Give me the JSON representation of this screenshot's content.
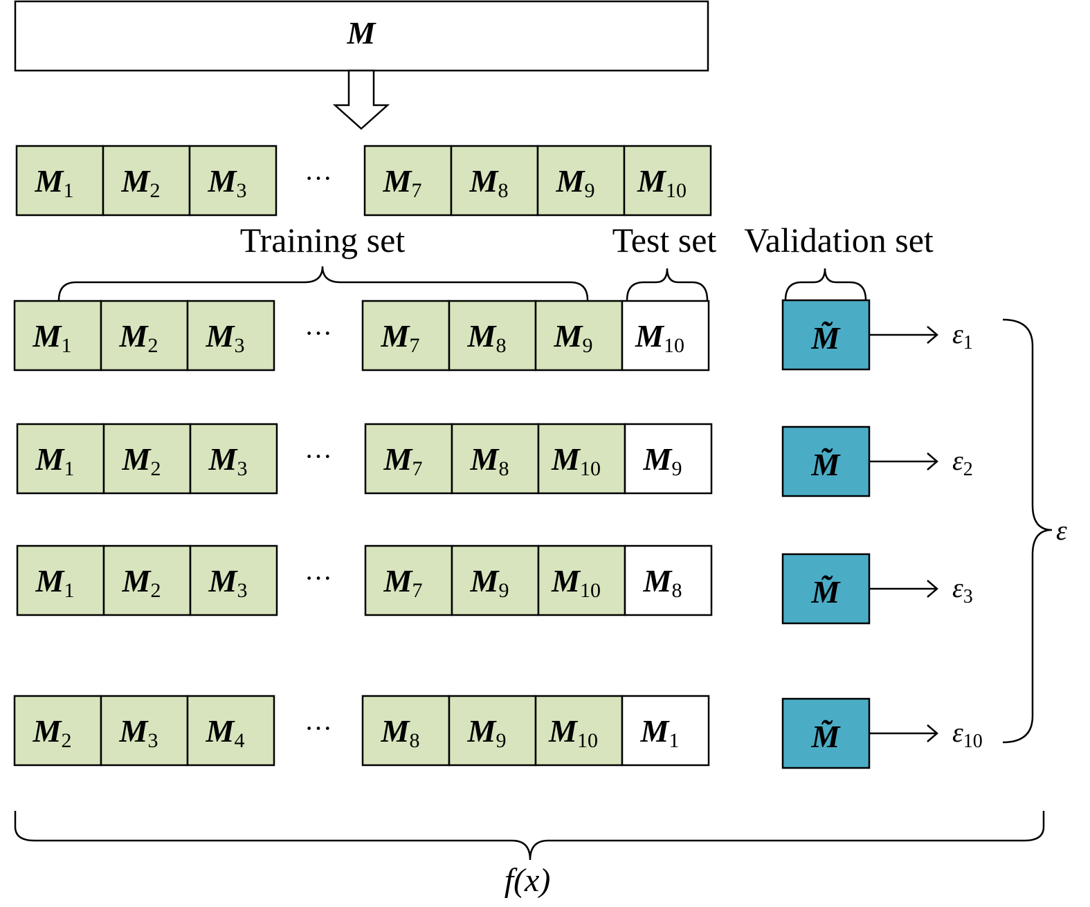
{
  "colors": {
    "train_fill": "#d7e4bd",
    "test_fill": "#ffffff",
    "validation_fill": "#4bacc6",
    "stroke": "#000000"
  },
  "source": {
    "label": "M"
  },
  "labels": {
    "training": "Training set",
    "test": "Test set",
    "validation": "Validation set",
    "ellipsis": "···",
    "function": "f(x)",
    "epsilon": "ε"
  },
  "partition_row": {
    "left": [
      [
        "M",
        "1"
      ],
      [
        "M",
        "2"
      ],
      [
        "M",
        "3"
      ]
    ],
    "right": [
      [
        "M",
        "7"
      ],
      [
        "M",
        "8"
      ],
      [
        "M",
        "9"
      ],
      [
        "M",
        "10"
      ]
    ]
  },
  "folds": [
    {
      "left": [
        [
          "M",
          "1"
        ],
        [
          "M",
          "2"
        ],
        [
          "M",
          "3"
        ]
      ],
      "right": [
        [
          "M",
          "7"
        ],
        [
          "M",
          "8"
        ],
        [
          "M",
          "9"
        ]
      ],
      "test": [
        "M",
        "10"
      ],
      "validation": "M̃",
      "error": [
        "ε",
        "1"
      ]
    },
    {
      "left": [
        [
          "M",
          "1"
        ],
        [
          "M",
          "2"
        ],
        [
          "M",
          "3"
        ]
      ],
      "right": [
        [
          "M",
          "7"
        ],
        [
          "M",
          "8"
        ],
        [
          "M",
          "10"
        ]
      ],
      "test": [
        "M",
        "9"
      ],
      "validation": "M̃",
      "error": [
        "ε",
        "2"
      ]
    },
    {
      "left": [
        [
          "M",
          "1"
        ],
        [
          "M",
          "2"
        ],
        [
          "M",
          "3"
        ]
      ],
      "right": [
        [
          "M",
          "7"
        ],
        [
          "M",
          "9"
        ],
        [
          "M",
          "10"
        ]
      ],
      "test": [
        "M",
        "8"
      ],
      "validation": "M̃",
      "error": [
        "ε",
        "3"
      ]
    },
    {
      "left": [
        [
          "M",
          "2"
        ],
        [
          "M",
          "3"
        ],
        [
          "M",
          "4"
        ]
      ],
      "right": [
        [
          "M",
          "8"
        ],
        [
          "M",
          "9"
        ],
        [
          "M",
          "10"
        ]
      ],
      "test": [
        "M",
        "1"
      ],
      "validation": "M̃",
      "error": [
        "ε",
        "10"
      ]
    }
  ]
}
